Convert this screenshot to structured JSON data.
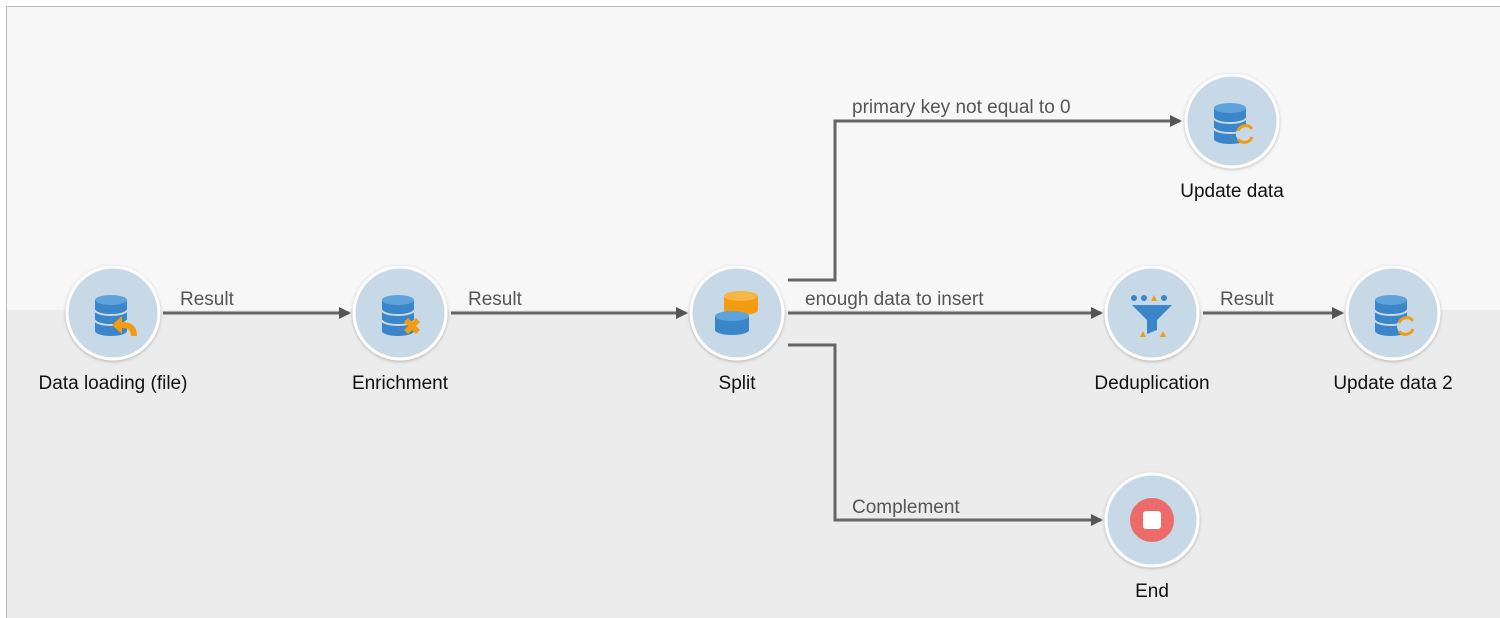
{
  "nodes": {
    "data_loading": {
      "label": "Data loading (file)",
      "icon": "database-import-icon"
    },
    "enrichment": {
      "label": "Enrichment",
      "icon": "database-enrich-icon"
    },
    "split": {
      "label": "Split",
      "icon": "database-split-icon"
    },
    "update_data": {
      "label": "Update data",
      "icon": "database-refresh-icon"
    },
    "deduplication": {
      "label": "Deduplication",
      "icon": "funnel-icon"
    },
    "update_data_2": {
      "label": "Update data 2",
      "icon": "database-refresh-icon"
    },
    "end": {
      "label": "End",
      "icon": "stop-icon"
    }
  },
  "edges": {
    "loading_to_enrichment": "Result",
    "enrichment_to_split": "Result",
    "split_to_update": "primary key not equal to 0",
    "split_to_dedup": "enough data to insert",
    "split_to_end": "Complement",
    "dedup_to_update2": "Result"
  },
  "colors": {
    "node_fill": "#c7d9e6",
    "node_border": "#ffffff",
    "db_blue": "#3a86c8",
    "accent_orange": "#f39c12",
    "stop_red": "#ec6a6a",
    "connector": "#666666"
  }
}
